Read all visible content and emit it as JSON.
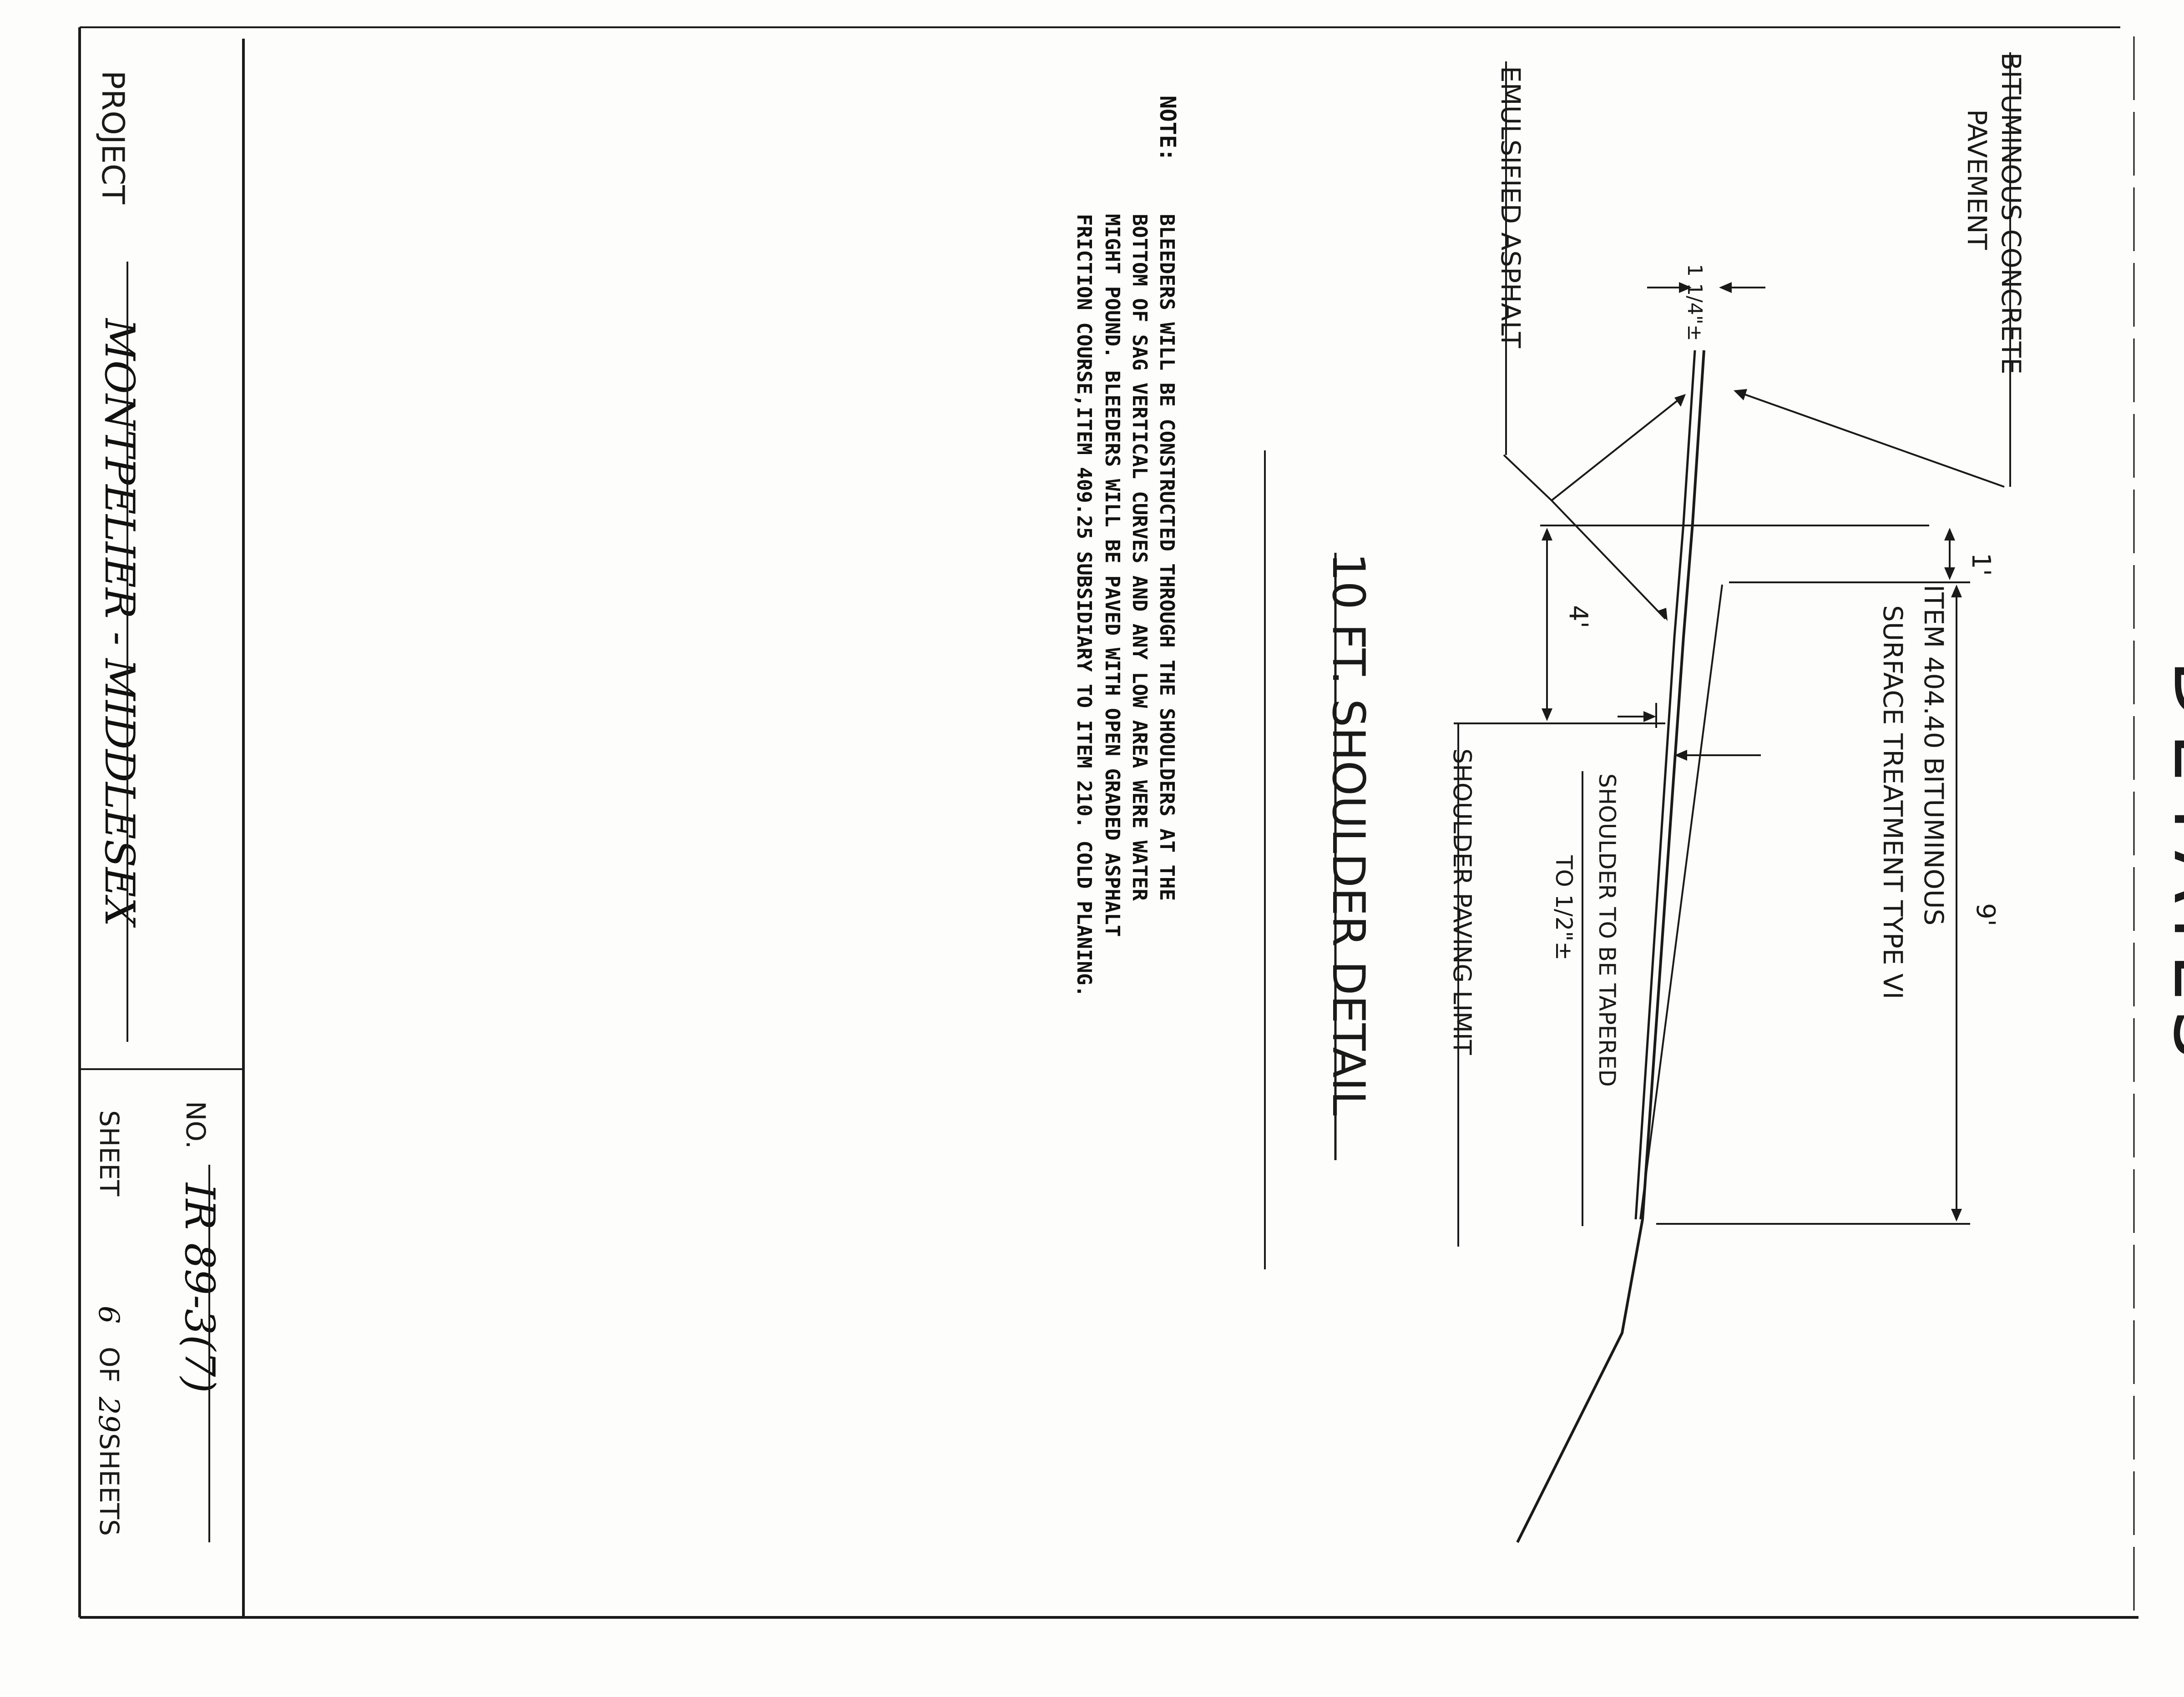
{
  "sheet": {
    "title": "DETAILS",
    "project_label": "PROJECT",
    "project_name": "MONTPELIER - MIDDLESEX",
    "number_label": "NO.",
    "project_number": "IR 89-3(7)",
    "sheet_label": "SHEET",
    "sheet_number": "6",
    "of_label": "OF",
    "total_sheets": "29",
    "sheets_label": "SHEETS"
  },
  "detail": {
    "title": "10 FT. SHOULDER DETAIL",
    "callouts": {
      "bituminous_line1": "BITUMINOUS CONCRETE",
      "bituminous_line2": "PAVEMENT",
      "emulsified": "EMULSIFIED ASPHALT",
      "item_line1": "ITEM 404.40 BITUMINOUS",
      "item_line2": "SURFACE TREATMENT TYPE VI",
      "taper_line1": "SHOULDER TO BE TAPERED",
      "taper_line2": "TO 1/2\"±",
      "paving_limit": "SHOULDER PAVING LIMIT"
    },
    "dimensions": {
      "thickness": "1 1/4\"±",
      "one_ft": "1'",
      "four_ft": "4'",
      "nine_ft": "9'"
    }
  },
  "note": {
    "label": "NOTE:",
    "line1": "BLEEDERS WILL BE CONSTRUCTED THROUGH THE SHOULDERS AT THE",
    "line2": "BOTTOM OF SAG VERTICAL CURVES AND ANY LOW AREA WERE WATER",
    "line3": "MIGHT POUND. BLEEDERS WILL BE PAVED WITH OPEN GRADED ASPHALT",
    "line4": "FRICTION COURSE,ITEM 409.25 SUBSIDIARY TO ITEM 210. COLD PLANING."
  }
}
